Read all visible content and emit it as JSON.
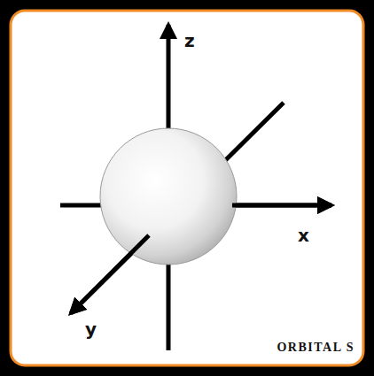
{
  "diagram": {
    "labels": [
      "z",
      "x",
      "y",
      "ORBITAL S"
    ]
  }
}
